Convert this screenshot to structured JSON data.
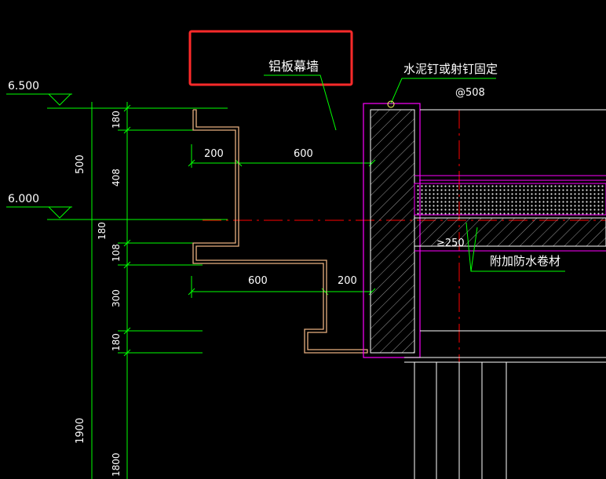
{
  "colors": {
    "background": "#000000",
    "dimension": "#00ff00",
    "outline": "#e8b080",
    "wall": "#ff00ff",
    "concrete": "#ffffff",
    "axis": "#ff0000",
    "highlight": "#ff2a2a",
    "text": "#ffffff"
  },
  "levels": {
    "top": "6.500",
    "mid": "6.000"
  },
  "labels": {
    "curtain_wall": "铝板幕墙",
    "fastener": "水泥钉或射钉固定",
    "spacing": "@508",
    "membrane": "附加防水卷材",
    "overlap": "≥250"
  },
  "dims": {
    "total_500": "500",
    "d180_a": "180",
    "d408": "408",
    "d180_b": "180",
    "d108": "108",
    "d300": "300",
    "d180_c": "180",
    "d1900": "1900",
    "d1800": "1800",
    "h200_top": "200",
    "h600_top": "600",
    "h600_bot": "600",
    "h200_bot": "200"
  }
}
